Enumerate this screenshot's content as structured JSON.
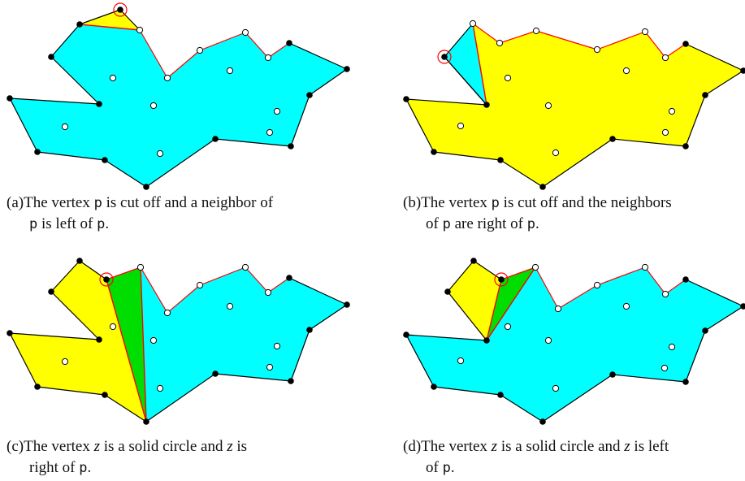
{
  "colors": {
    "cyan": "#00ffff",
    "yellow": "#ffff00",
    "green": "#00dd00",
    "edge_black": "#000000",
    "edge_red": "#ff0000",
    "highlight": "#ff0000",
    "hollow_vertex_fill": "#ffffff"
  },
  "captions": [
    {
      "label": "(a)",
      "line1": [
        {
          "t": "The vertex "
        },
        {
          "t": "p",
          "mono": true
        },
        {
          "t": " is cut off and a neighbor of"
        }
      ],
      "line2": [
        {
          "t": "p",
          "mono": true
        },
        {
          "t": " is left of "
        },
        {
          "t": "p",
          "mono": true
        },
        {
          "t": "."
        }
      ]
    },
    {
      "label": "(b)",
      "line1": [
        {
          "t": "The vertex "
        },
        {
          "t": "p",
          "mono": true
        },
        {
          "t": " is cut off and the neighbors"
        }
      ],
      "line2": [
        {
          "t": "of "
        },
        {
          "t": "p",
          "mono": true
        },
        {
          "t": " are right of "
        },
        {
          "t": "p",
          "mono": true
        },
        {
          "t": "."
        }
      ]
    },
    {
      "label": "(c)",
      "line1": [
        {
          "t": "The vertex "
        },
        {
          "t": "z",
          "ital": true
        },
        {
          "t": " is a solid circle and "
        },
        {
          "t": "z",
          "ital": true
        },
        {
          "t": " is"
        }
      ],
      "line2": [
        {
          "t": "right of "
        },
        {
          "t": "p",
          "mono": true
        },
        {
          "t": "."
        }
      ]
    },
    {
      "label": "(d)",
      "line1": [
        {
          "t": "The vertex "
        },
        {
          "t": "z",
          "ital": true
        },
        {
          "t": " is a solid circle and "
        },
        {
          "t": "z",
          "ital": true
        },
        {
          "t": " is left"
        }
      ],
      "line2": [
        {
          "t": "of "
        },
        {
          "t": "p",
          "mono": true
        },
        {
          "t": "."
        }
      ]
    }
  ]
}
